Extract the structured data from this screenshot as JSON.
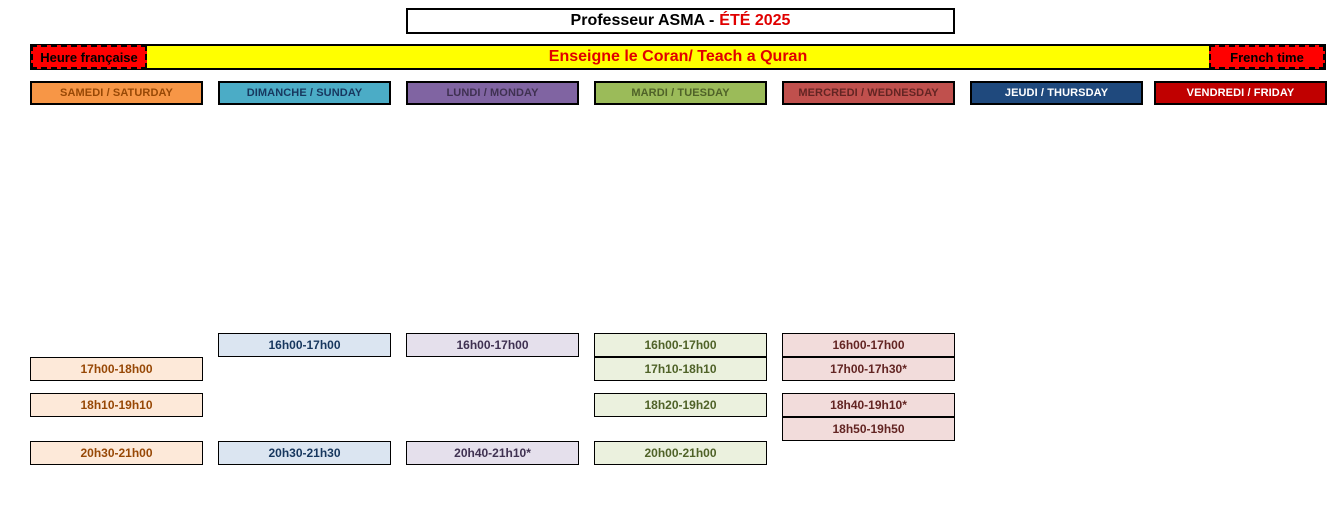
{
  "title": {
    "main": "Professeur ASMA - ",
    "highlight": "ÉTÉ 2025"
  },
  "banner": {
    "center": "Enseigne le Coran/ Teach a Quran",
    "left_tag": "Heure française",
    "right_tag": "French time"
  },
  "colors": {
    "saturday": "#f79646",
    "sunday": "#4bacc6",
    "monday": "#8064a2",
    "tuesday": "#9bbb59",
    "wednesday": "#c0504d",
    "thursday": "#1f497d",
    "friday": "#c00000"
  },
  "days": [
    {
      "label": "SAMEDI / SATURDAY",
      "slots": [
        "17h00-18h00",
        "18h10-19h10",
        "20h30-21h00"
      ]
    },
    {
      "label": "DIMANCHE / SUNDAY",
      "slots": [
        "16h00-17h00",
        "20h30-21h30"
      ]
    },
    {
      "label": "LUNDI / MONDAY",
      "slots": [
        "16h00-17h00",
        "20h40-21h10*"
      ]
    },
    {
      "label": "MARDI / TUESDAY",
      "slots": [
        "16h00-17h00",
        "17h10-18h10",
        "18h20-19h20",
        "20h00-21h00"
      ]
    },
    {
      "label": "MERCREDI / WEDNESDAY",
      "slots": [
        "16h00-17h00",
        "17h00-17h30*",
        "18h40-19h10*",
        "18h50-19h50"
      ]
    },
    {
      "label": "JEUDI / THURSDAY",
      "slots": []
    },
    {
      "label": "VENDREDI / FRIDAY",
      "slots": []
    }
  ]
}
